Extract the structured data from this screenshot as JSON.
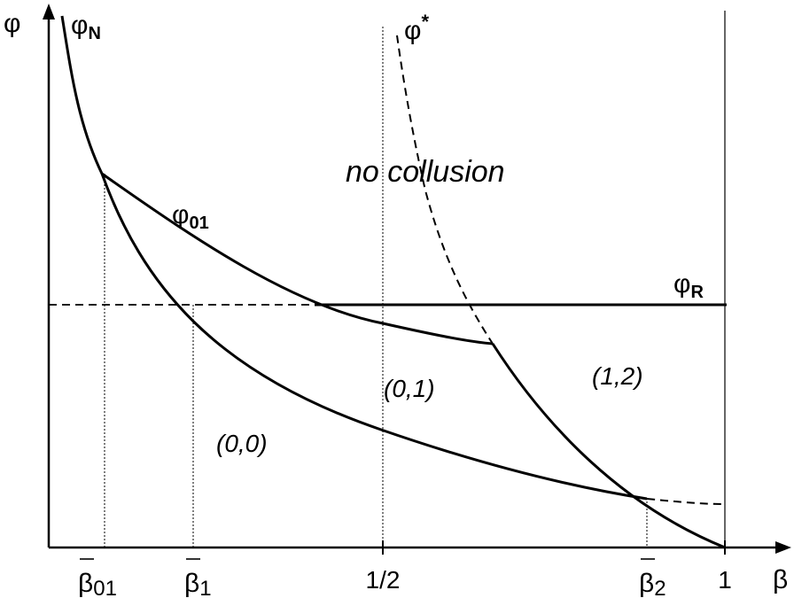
{
  "axes": {
    "y_label": "φ",
    "x_label": "β"
  },
  "curves": {
    "phi_n": {
      "base": "φ",
      "sub": "N"
    },
    "phi_01": {
      "base": "φ",
      "sub": "01"
    },
    "phi_r": {
      "base": "φ",
      "sub": "R"
    },
    "phi_star": {
      "base": "φ",
      "sup": "*"
    }
  },
  "x_ticks": {
    "beta_01": {
      "base": "β",
      "sub": "01"
    },
    "beta_1": {
      "base": "β",
      "sub": "1"
    },
    "half": "1/2",
    "beta_2": {
      "base": "β",
      "sub": "2"
    },
    "one": "1"
  },
  "regions": {
    "no_collusion": "no collusion",
    "r00": "(0,0)",
    "r01": "(0,1)",
    "r12": "(1,2)"
  },
  "colors": {
    "ink": "#000000"
  }
}
